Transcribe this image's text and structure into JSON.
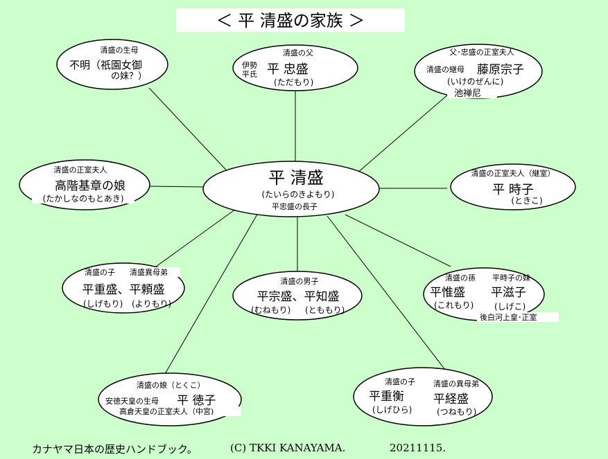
{
  "title": "＜ 平 清盛の家族 ＞",
  "colors": {
    "background": "#ccffcc",
    "node_fill": "#ffffff",
    "line": "#000000"
  },
  "nodes": {
    "center": {
      "name": "平 清盛",
      "reading": "(たいらのきよもり)",
      "note": "平忠盛の長子"
    },
    "mother": {
      "role": "清盛の生母",
      "line1": "不明（祇園女御",
      "line2": "の妹？）"
    },
    "father": {
      "role": "清盛の父",
      "origin1": "伊勢",
      "origin2": "平氏",
      "name": "平 忠盛",
      "reading": "(ただもり)"
    },
    "stepmother": {
      "role": "父･忠盛の正室夫人",
      "prefix": "清盛の継母",
      "name": "藤原宗子",
      "reading": "(いけのぜんに)",
      "alias": "池禅尼"
    },
    "wife1": {
      "role": "清盛の正室夫人",
      "name": "高階基章の娘",
      "reading": "(たかしなのもとあき)"
    },
    "wife2": {
      "role": "清盛の正室夫人（継室）",
      "name": "平 時子",
      "reading": "(ときこ)"
    },
    "sons1": {
      "role1": "清盛の子",
      "role2": "清盛異母弟",
      "name": "平重盛、平頼盛",
      "reading1": "(しげもり)",
      "reading2": "(よりもり)"
    },
    "sons2": {
      "role": "清盛の男子",
      "name": "平宗盛、平知盛",
      "reading1": "(むねもり)",
      "reading2": "(とももり)"
    },
    "grandchild": {
      "role1": "清盛の孫",
      "role2": "平時子の妹",
      "name1": "平惟盛",
      "name2": "平滋子",
      "reading1": "(これもり)",
      "reading2": "(しげこ)",
      "note": "後白河上皇･正室"
    },
    "daughter": {
      "role": "清盛の娘（とくこ）",
      "prefix": "安徳天皇の生母",
      "name": "平 徳子",
      "note": "高倉天皇の正室夫人（中宮)"
    },
    "sons3": {
      "role1": "清盛の子",
      "role2": "清盛の異母弟",
      "name1": "平重衡",
      "name2": "平経盛",
      "reading1": "(しげひら)",
      "reading2": "(つねもり)"
    }
  },
  "footer": {
    "book": "カナヤマ日本の歴史ハンドブック。",
    "copyright": "(C) TKKI KANAYAMA.",
    "date": "20211115."
  }
}
